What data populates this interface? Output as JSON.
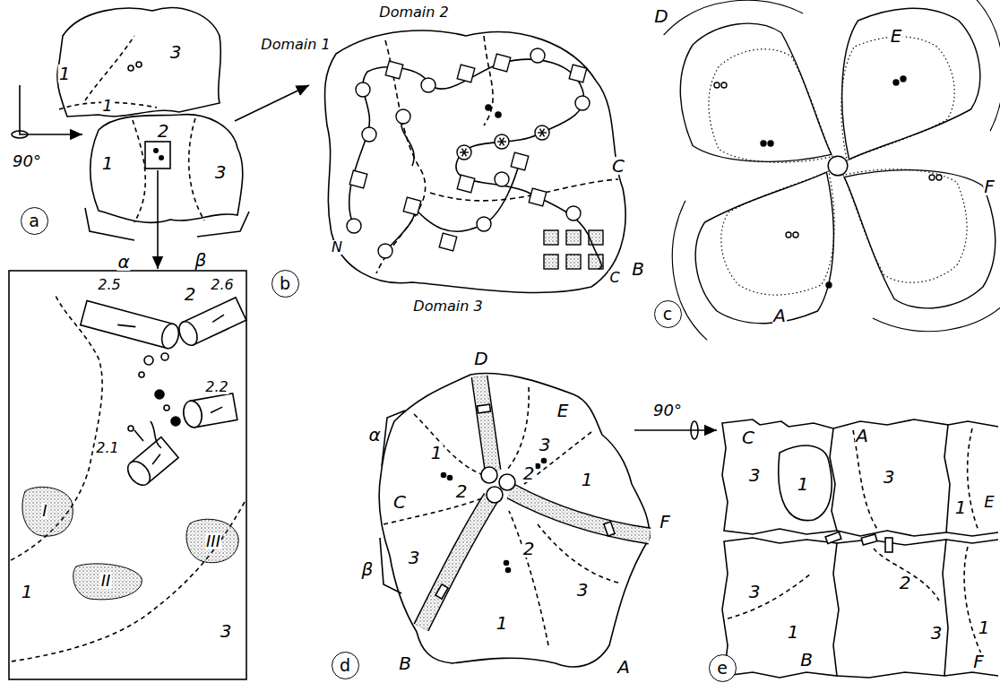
{
  "diagram": {
    "nodes": [
      {
        "text": [
          "a"
        ]
      },
      {
        "text": [
          "b"
        ]
      },
      {
        "text": [
          "c"
        ]
      },
      {
        "text": [
          "d"
        ]
      },
      {
        "text": [
          "e"
        ]
      }
    ],
    "labels": [
      "1",
      "3",
      "1",
      "1",
      "2",
      "3",
      "90°",
      "α",
      "β",
      "2.5",
      "2",
      "2.6",
      "2.2",
      "2.1",
      "I",
      "II",
      "III",
      "1",
      "3",
      "Domain 2",
      "Domain 1",
      "Domain 3",
      "N",
      "C",
      "D",
      "E",
      "C",
      "F",
      "B",
      "A",
      "α",
      "D",
      "E",
      "1",
      "3",
      "C",
      "2",
      "2",
      "1",
      "3",
      "β",
      "2",
      "B",
      "1",
      "3",
      "A",
      "F",
      "90°",
      "C",
      "A",
      "3",
      "1",
      "3",
      "1",
      "E",
      "3",
      "1",
      "2",
      "3",
      "1",
      "B",
      "F"
    ]
  }
}
